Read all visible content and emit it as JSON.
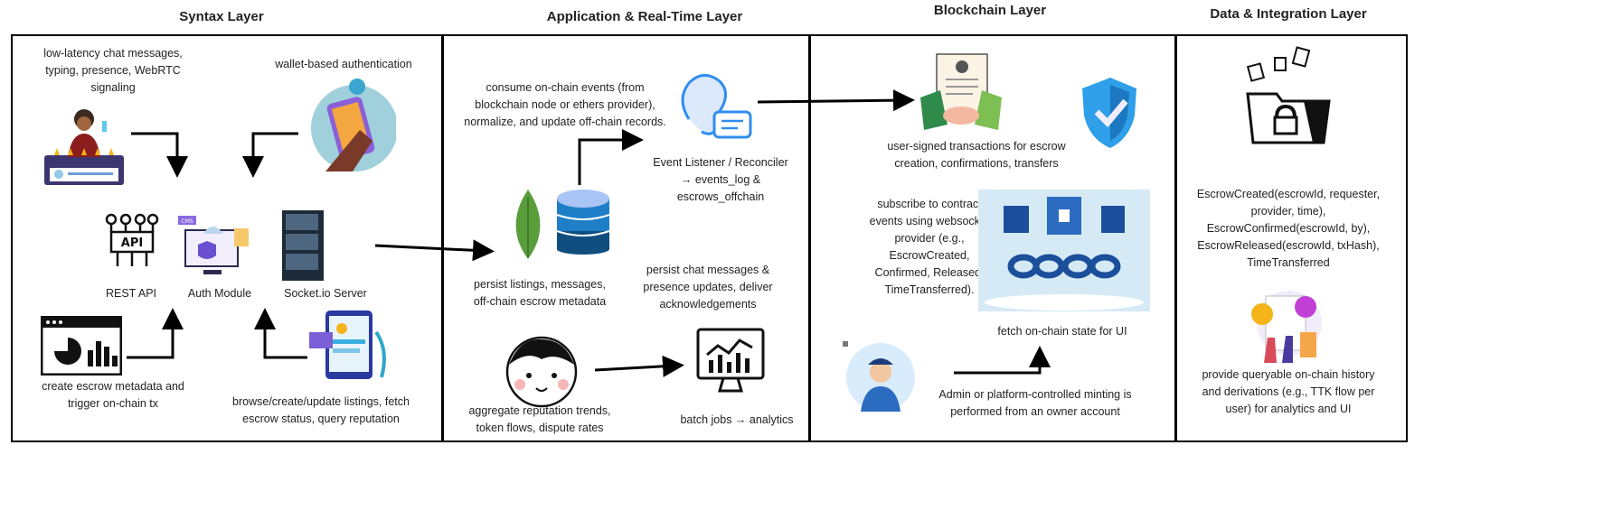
{
  "layers": {
    "syntax": {
      "title": "Syntax Layer",
      "chat_text": "low-latency chat messages,\ntyping, presence, WebRTC\nsignaling",
      "wallet_text": "wallet-based authentication",
      "rest_api_label": "REST API",
      "rest_api_icon_text": "API",
      "auth_label": "Auth Module",
      "auth_icon_text": "CMS",
      "socket_label": "Socket.io Server",
      "escrow_text": "create escrow metadata and\ntrigger on-chain tx",
      "browse_text": "browse/create/update listings, fetch\nescrow status, query reputation"
    },
    "application": {
      "title": "Application & Real-Time Layer",
      "consume_text": "consume on-chain events (from\nblockchain node or ethers provider),\nnormalize, and update off-chain records.",
      "listener_text": "Event Listener / Reconciler\n→ events_log &\nescrows_offchain",
      "persist_listings_text": "persist listings, messages,\noff-chain escrow metadata",
      "persist_chat_text": "persist chat messages &\npresence updates, deliver\nacknowledgements",
      "aggregate_text": "aggregate reputation trends,\ntoken flows, dispute rates",
      "batch_text": "batch jobs → analytics"
    },
    "blockchain": {
      "title": "Blockchain Layer",
      "signed_text": "user-signed transactions for escrow\ncreation, confirmations, transfers",
      "subscribe_text": "subscribe to contract\nevents using websocket\nprovider (e.g.,\nEscrowCreated,\nConfirmed, Released,\nTimeTransferred).",
      "fetch_text": "fetch on-chain state for UI",
      "admin_text": "Admin or platform-controlled minting is\nperformed from an owner account"
    },
    "data": {
      "title": "Data & Integration Layer",
      "events_text": "EscrowCreated(escrowId, requester,\nprovider, time),\nEscrowConfirmed(escrowId, by),\nEscrowReleased(escrowId, txHash),\nTimeTransferred",
      "history_text": "provide queryable on-chain history\nand derivations (e.g., TTK flow per\nuser) for analytics and UI"
    }
  },
  "colors": {
    "mongo": "#5a9e3c",
    "db": "#1e7fc8",
    "ear": "#2f8df0",
    "shield": "#2e9fe8",
    "chain": "#1b4f9c",
    "panel": "#d6eaf6"
  }
}
